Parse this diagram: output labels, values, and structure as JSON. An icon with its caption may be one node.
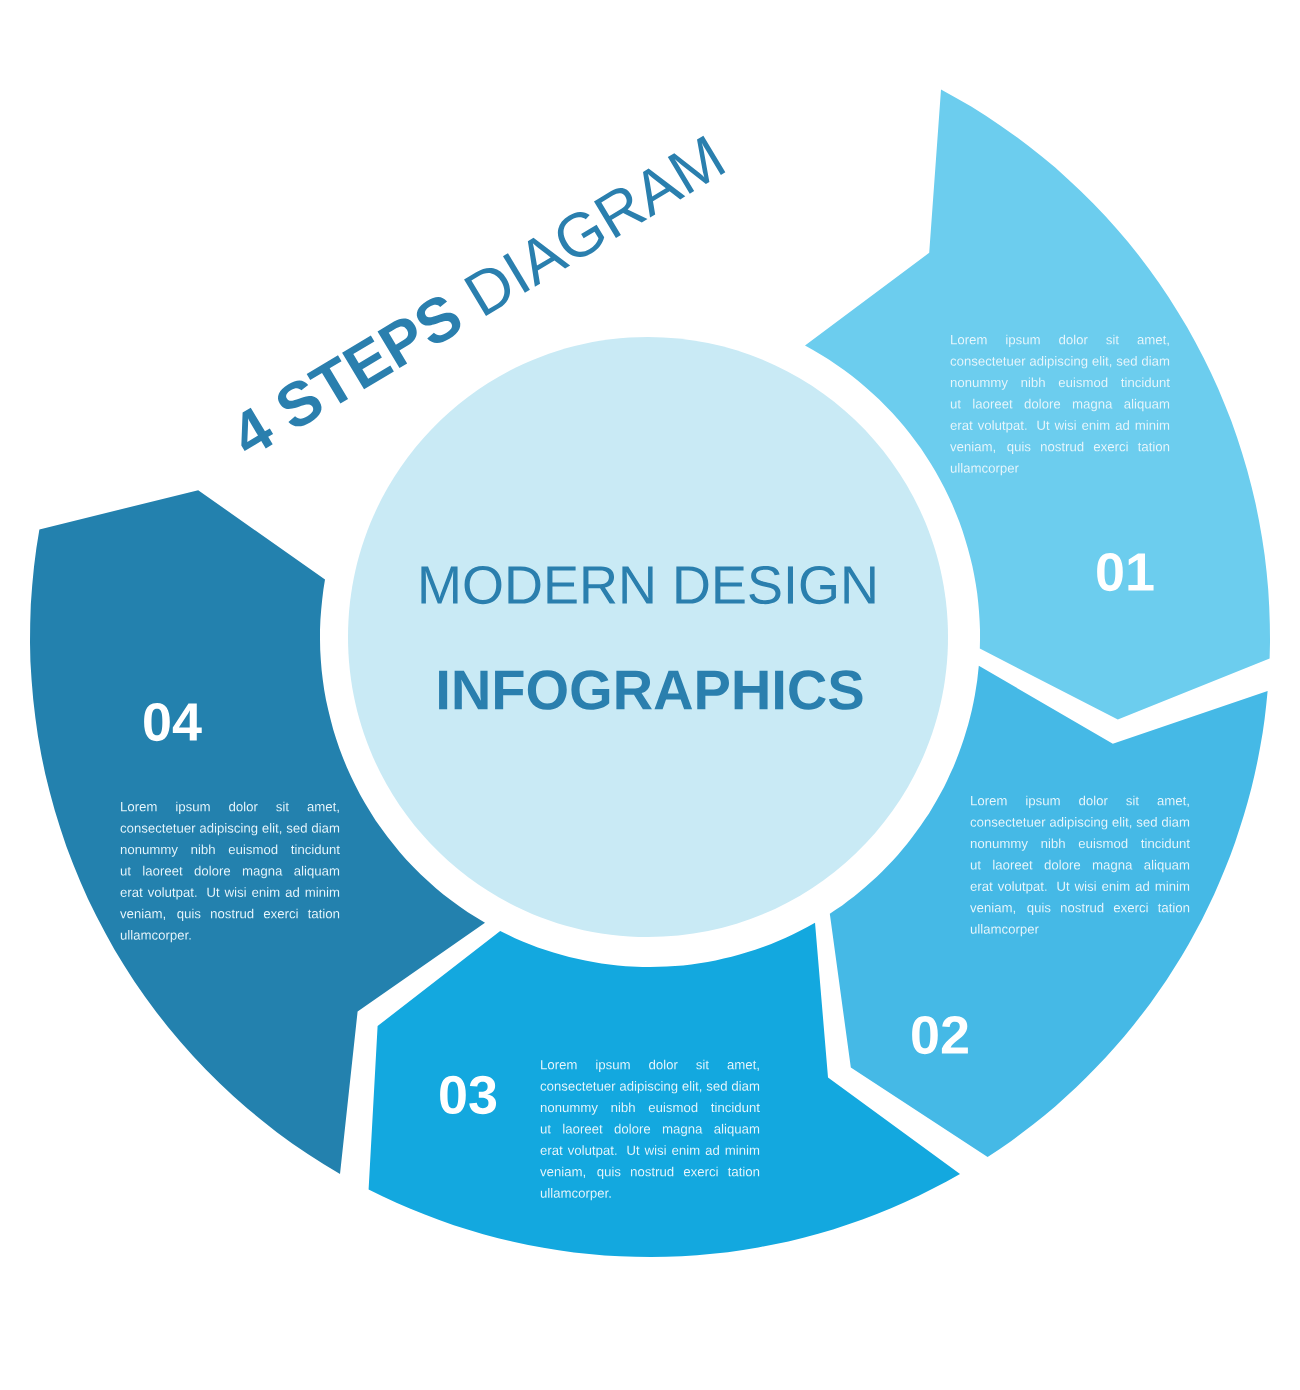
{
  "diagram": {
    "title": "**4 STEPS** DIAGRAM",
    "nodes": [
      {
        "text": [
          "MODERN DESIGN",
          "INFOGRAPHICS"
        ]
      },
      {
        "text": [
          "Lorem ipsum dolor sit amet, consectetuer adipiscing elit, sed diam nonummy nibh euismod tincidunt ut laoreet dolore magna aliquam erat volutpat. Ut wisi enim ad minim veniam, quis nostrud exerci tation ullamcorper",
          "01"
        ]
      },
      {
        "text": [
          "Lorem ipsum dolor sit amet, consectetuer adipiscing elit, sed diam nonummy nibh euismod tincidunt ut laoreet dolore magna aliquam erat volutpat. Ut wisi enim ad minim veniam, quis nostrud exerci tation ullamcorper",
          "02"
        ]
      },
      {
        "text": [
          "03",
          "Lorem ipsum dolor sit amet, consectetuer adipiscing elit, sed diam nonummy nibh euismod tincidunt ut laoreet dolore magna aliquam erat volutpat. Ut wisi enim ad minim veniam, quis nostrud exerci tation ullamcorper."
        ]
      },
      {
        "text": [
          "04",
          "Lorem ipsum dolor sit amet, consectetuer adipiscing elit, sed diam nonummy nibh euismod tincidunt ut laoreet dolore magna aliquam erat volutpat. Ut wisi enim ad minim veniam, quis nostrud exerci tation ullamcorper."
        ]
      }
    ]
  }
}
